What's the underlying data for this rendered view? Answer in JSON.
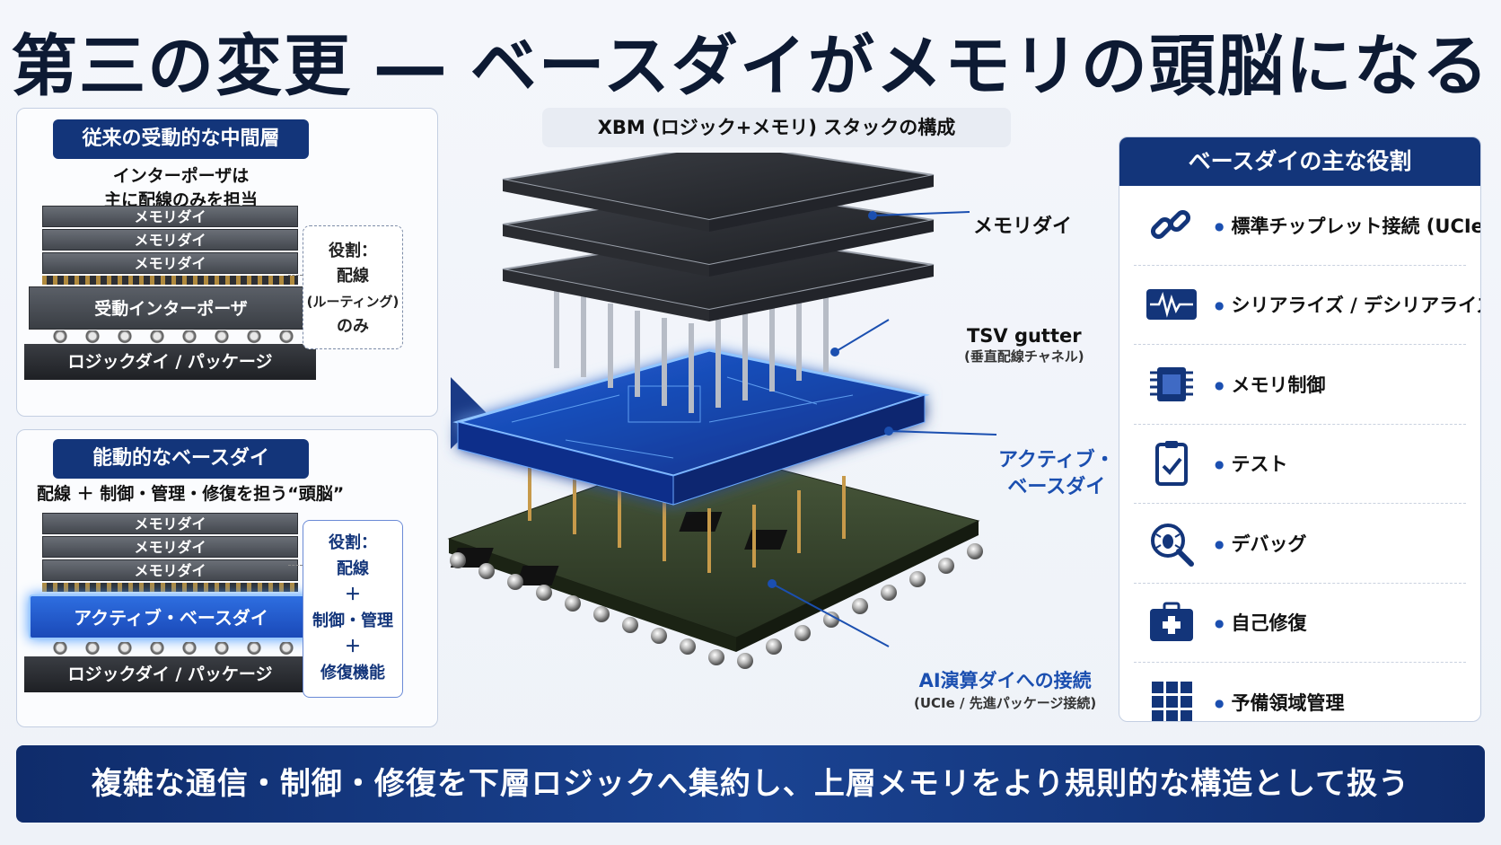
{
  "title": "第三の変更 ― ベースダイがメモリの頭脳になる",
  "left_top": {
    "heading": "従来の受動的な中間層",
    "desc_line1": "インターポーザは",
    "desc_line2": "主に配線のみを担当",
    "layers": [
      "メモリダイ",
      "メモリダイ",
      "メモリダイ"
    ],
    "interposer": "受動インターポーザ",
    "logic": "ロジックダイ / パッケージ",
    "role_title": "役割：",
    "role_lines": [
      "配線",
      "(ルーティング)",
      "のみ"
    ]
  },
  "left_bottom": {
    "heading": "能動的なベースダイ",
    "desc": "配線 ＋ 制御・管理・修復を担う“頭脳”",
    "layers": [
      "メモリダイ",
      "メモリダイ",
      "メモリダイ"
    ],
    "active": "アクティブ・ベースダイ",
    "logic": "ロジックダイ / パッケージ",
    "role_title": "役割：",
    "role_lines": [
      "配線",
      "＋",
      "制御・管理",
      "＋",
      "修復機能"
    ]
  },
  "center": {
    "heading": "XBM (ロジック+メモリ) スタックの構成",
    "callout_memory": "メモリダイ",
    "callout_tsv": "TSV gutter",
    "callout_tsv_sub": "(垂直配線チャネル)",
    "callout_active_1": "アクティブ・",
    "callout_active_2": "ベースダイ",
    "callout_ai": "AI演算ダイへの接続",
    "callout_ai_sub": "(UCIe / 先進パッケージ接続)"
  },
  "right": {
    "heading": "ベースダイの主な役割",
    "items": [
      {
        "label": "標準チップレット接続 (UCIe)",
        "icon": "link-icon"
      },
      {
        "label": "シリアライズ / デシリアライズ",
        "icon": "waveform-icon"
      },
      {
        "label": "メモリ制御",
        "icon": "chip-icon"
      },
      {
        "label": "テスト",
        "icon": "clipboard-check-icon"
      },
      {
        "label": "デバッグ",
        "icon": "bug-magnifier-icon"
      },
      {
        "label": "自己修復",
        "icon": "first-aid-kit-icon"
      },
      {
        "label": "予備領域管理",
        "icon": "grid-icon"
      }
    ]
  },
  "footer": "複雑な通信・制御・修復を下層ロジックへ集約し、上層メモリをより規則的な構造として扱う",
  "colors": {
    "navy": "#13357a",
    "accent_blue": "#1b4fb0",
    "glow_blue": "#2e6ee0"
  }
}
